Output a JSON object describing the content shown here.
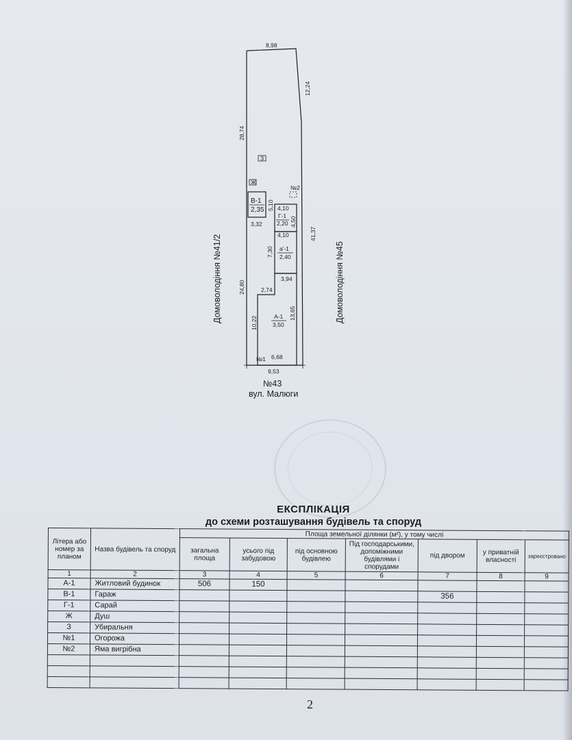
{
  "plan": {
    "dims": {
      "top_width": "8,98",
      "right_upper": "12,24",
      "left_upper": "28,74",
      "right_lower": "41,37",
      "left_lower": "24,80",
      "bottom_width": "9,53",
      "v1_width": "3,32",
      "v1_depth": "5,10",
      "g1_top": "4,10",
      "g1_bottom": "4,10",
      "g1_side": "4,50",
      "a1_ext_side": "7,30",
      "a1_ext_width": "3,94",
      "a1_step": "2,74",
      "a1_left": "10,22",
      "a1_right": "13,65",
      "a1_bottom": "6,68"
    },
    "buildings": {
      "v1_label": "В-1",
      "v1_height": "2,35",
      "g1_label": "Г-1",
      "g1_height": "2,20",
      "a1_ext_label": "а'-1",
      "a1_ext_height": "2,40",
      "a1_label": "А-1",
      "a1_height": "3,50"
    },
    "markers": {
      "toilet": "З",
      "shower": "Ж",
      "pit": "№2",
      "fence": "№1"
    },
    "neighbor_left": "Домоволодіння №41/2",
    "neighbor_right": "Домоволодіння №45",
    "address_number": "№43",
    "street": "вул. Малюги"
  },
  "title": "ЕКСПЛІКАЦІЯ",
  "subtitle": "до схеми розташування будівель та споруд",
  "table": {
    "col_letter": "Літера або номер за планом",
    "col_name": "Назва будівель та споруд",
    "area_group": "Площа земельної ділянки (м²), у тому числі",
    "col_total": "загальна площа",
    "col_built": "усього під забудовою",
    "col_main": "під основною будівлею",
    "col_aux": "Під господарськими, допоміжними будівлями і спорудами",
    "col_yard": "під двором",
    "col_private": "у приватній власності",
    "col_registered": "зареєстровано",
    "index": [
      "1",
      "2",
      "3",
      "4",
      "5",
      "6",
      "7",
      "8",
      "9"
    ],
    "rows": [
      {
        "letter": "А-1",
        "name": "Житловий будинок",
        "total": "506",
        "built": "150",
        "yard": ""
      },
      {
        "letter": "В-1",
        "name": "Гараж",
        "total": "",
        "built": "",
        "yard": "356"
      },
      {
        "letter": "Г-1",
        "name": "Сарай",
        "total": "",
        "built": "",
        "yard": ""
      },
      {
        "letter": "Ж",
        "name": "Душ",
        "total": "",
        "built": "",
        "yard": ""
      },
      {
        "letter": "З",
        "name": "Убиральня",
        "total": "",
        "built": "",
        "yard": ""
      },
      {
        "letter": "№1",
        "name": "Огорожа",
        "total": "",
        "built": "",
        "yard": ""
      },
      {
        "letter": "№2",
        "name": "Яма вигрібна",
        "total": "",
        "built": "",
        "yard": ""
      }
    ],
    "empty_rows": 3
  },
  "page_number": "2"
}
